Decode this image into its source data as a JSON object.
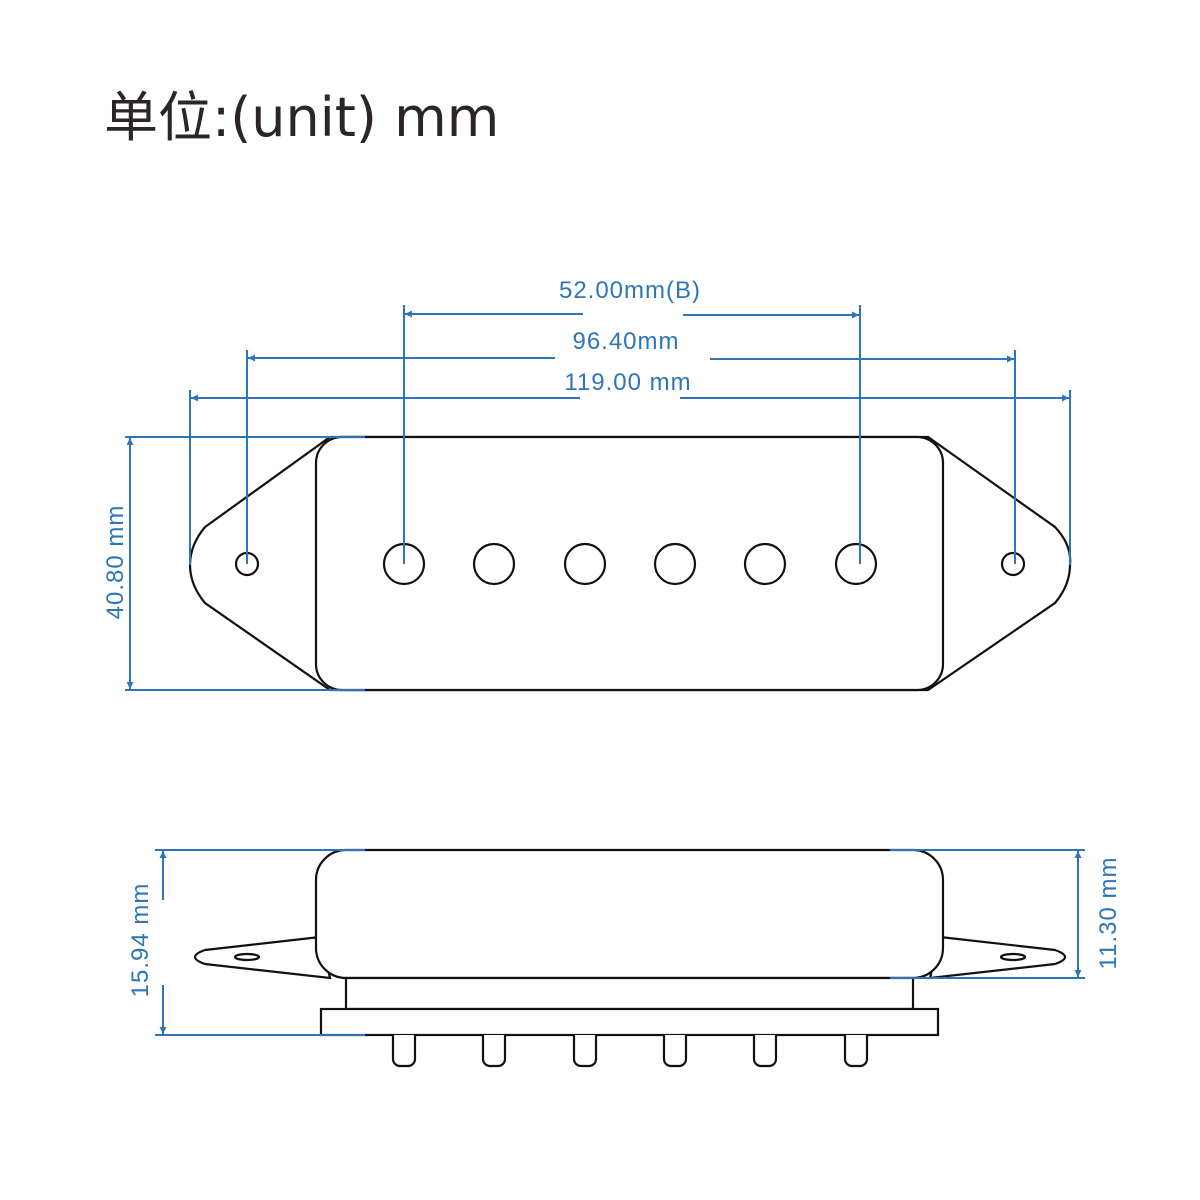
{
  "title": "单位:(unit) mm",
  "colors": {
    "dimension": "#2e75b6",
    "outline": "#111111"
  },
  "top_view": {
    "dim_pole_spacing": "52.00mm(B)",
    "dim_mount_holes": "96.40mm",
    "dim_overall_length": "119.00 mm",
    "dim_width": "40.80 mm"
  },
  "side_view": {
    "dim_total_height": "15.94 mm",
    "dim_cover_height": "11.30 mm"
  }
}
